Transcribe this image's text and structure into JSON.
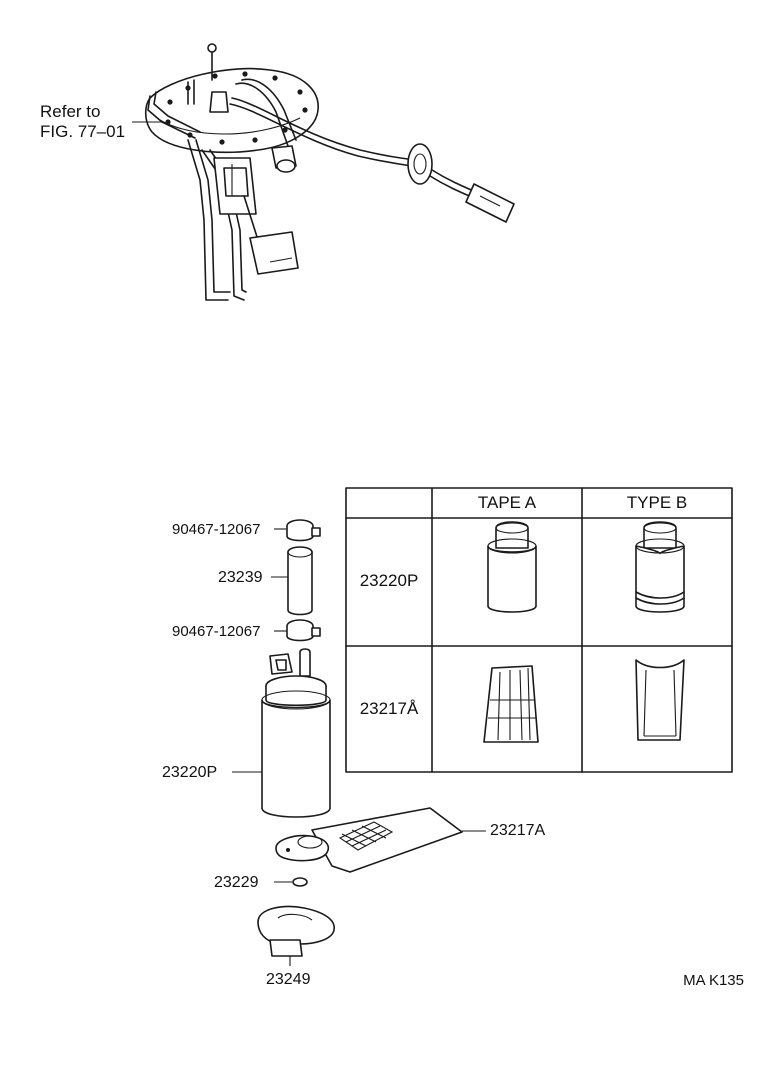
{
  "reference": {
    "line1": "Refer to",
    "line2": "FIG. 77–01"
  },
  "parts": {
    "clamp_upper": "90467-12067",
    "hose": "23239",
    "clamp_lower": "90467-12067",
    "fuel_pump": "23220P",
    "filter": "23217A",
    "cushion": "23229",
    "bracket": "23249"
  },
  "variant_table": {
    "headers": [
      "",
      "TAPE A",
      "TYPE B"
    ],
    "rows": [
      {
        "part": "23220P",
        "type_a": "fuel-pump-type-a-icon",
        "type_b": "fuel-pump-type-b-icon"
      },
      {
        "part": "23217Å",
        "type_a": "filter-type-a-icon",
        "type_b": "filter-type-b-icon"
      }
    ]
  },
  "figure_code": "MA K135",
  "colors": {
    "ink": "#1a1a1a",
    "paper": "#ffffff"
  }
}
